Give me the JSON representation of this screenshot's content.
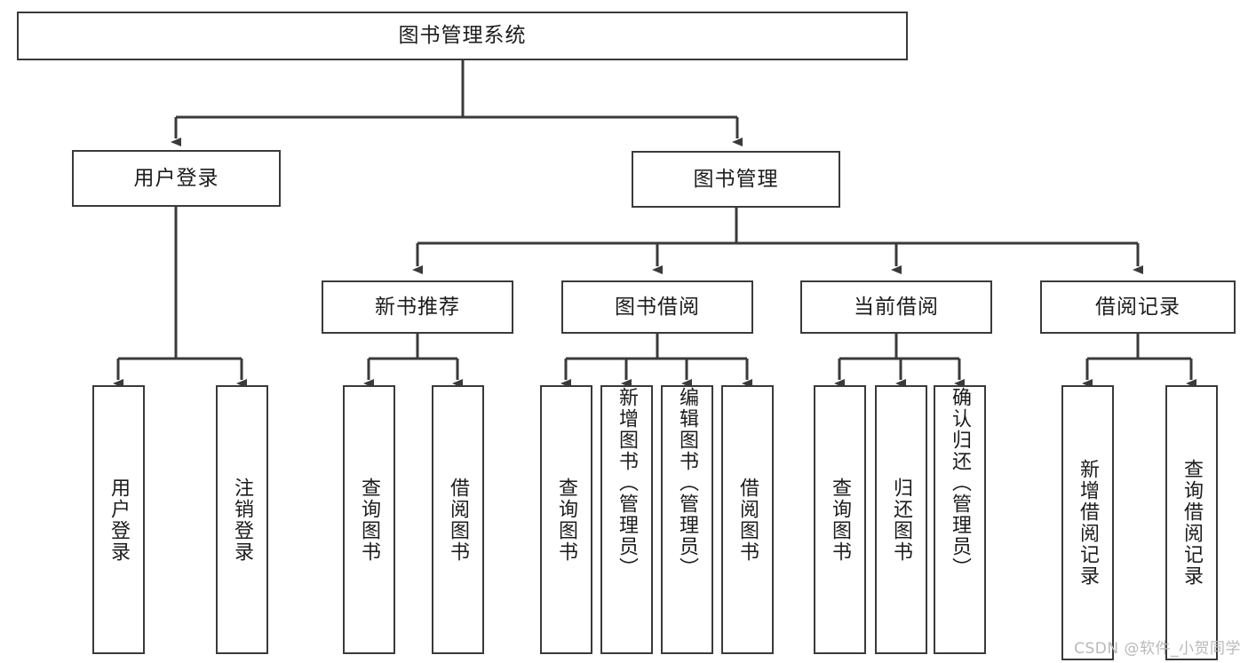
{
  "diagram": {
    "title_node": {
      "label": "图书管理系统"
    },
    "level2": [
      {
        "id": "user-login",
        "label": "用户登录"
      },
      {
        "id": "book-management",
        "label": "图书管理"
      }
    ],
    "level3": [
      {
        "id": "new-book-recommend",
        "label": "新书推荐"
      },
      {
        "id": "book-borrow",
        "label": "图书借阅"
      },
      {
        "id": "current-borrow",
        "label": "当前借阅"
      },
      {
        "id": "borrow-record",
        "label": "借阅记录"
      }
    ],
    "leaves": {
      "user_login": [
        {
          "id": "leaf-user-login",
          "label": "用户登录"
        },
        {
          "id": "leaf-logout-login",
          "label": "注销登录"
        }
      ],
      "new_book_recommend": [
        {
          "id": "leaf-query-book-1",
          "label": "查询图书"
        },
        {
          "id": "leaf-borrow-book-1",
          "label": "借阅图书"
        }
      ],
      "book_borrow": [
        {
          "id": "leaf-query-book-2",
          "label": "查询图书"
        },
        {
          "id": "leaf-add-book",
          "label": "新增图书（管理员）"
        },
        {
          "id": "leaf-edit-book",
          "label": "编辑图书（管理员）"
        },
        {
          "id": "leaf-borrow-book-2",
          "label": "借阅图书"
        }
      ],
      "current_borrow": [
        {
          "id": "leaf-query-book-3",
          "label": "查询图书"
        },
        {
          "id": "leaf-return-book",
          "label": "归还图书"
        },
        {
          "id": "leaf-confirm-return",
          "label": "确认归还（管理员）"
        }
      ],
      "borrow_record": [
        {
          "id": "leaf-add-borrow-record",
          "label": "新增借阅记录"
        },
        {
          "id": "leaf-query-borrow-record",
          "label": "查询借阅记录"
        }
      ]
    }
  },
  "watermark": {
    "text": "CSDN @软件_小贺同学"
  },
  "colors": {
    "box_border": "#3a3a3a",
    "box_fill": "#ffffff",
    "text": "#1c1c1c",
    "connector": "#3a3a3a",
    "watermark": "#b9b9b9"
  }
}
